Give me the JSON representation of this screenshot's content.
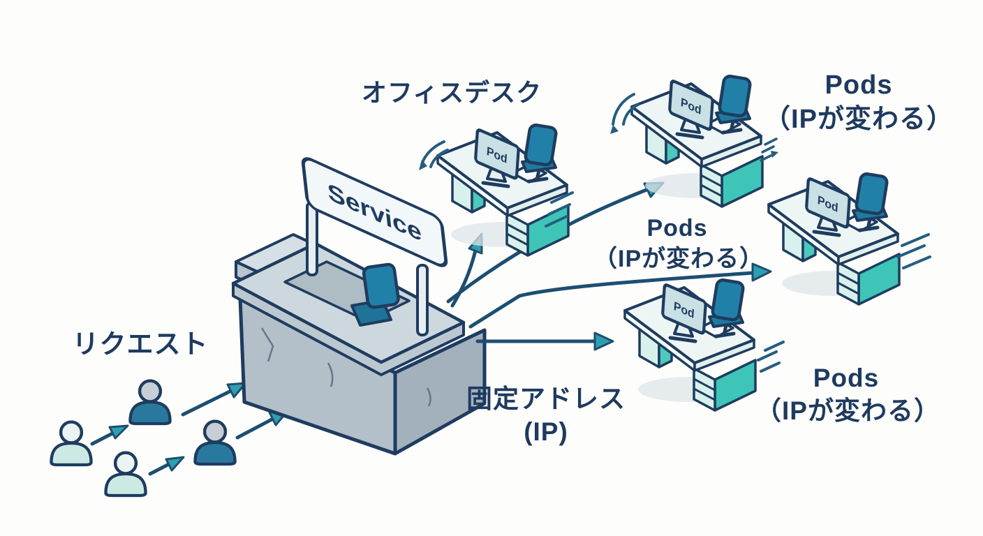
{
  "diagram": {
    "request_label": "リクエスト",
    "office_desk_label": "オフィスデスク",
    "service_sign_label": "Service",
    "fixed_address": {
      "line1": "固定アドレス",
      "line2": "(IP)"
    },
    "pods_labels": [
      {
        "position": "top-right",
        "line1": "Pods",
        "line2": "（IPが変わる）"
      },
      {
        "position": "middle",
        "line1": "Pods",
        "line2": "（IPが変わる）"
      },
      {
        "position": "bottom-right",
        "line1": "Pods",
        "line2": "（IPが変わる）"
      }
    ],
    "pod_monitors": [
      {
        "desk": "office-desk-top",
        "label": "Pod"
      },
      {
        "desk": "pod-desk-top-right",
        "label": "Pod"
      },
      {
        "desk": "pod-desk-right",
        "label": "Pod"
      },
      {
        "desk": "pod-desk-bottom",
        "label": "Pod"
      }
    ],
    "colors": {
      "background": "#fdfdfc",
      "outline_navy": "#1e3c5f",
      "text_navy": "#1e3a5f",
      "arrow_blue": "#1c4e70",
      "arrowhead_teal": "#2f9fb0",
      "desk_teal_bright": "#44c7ba",
      "desk_teal_light": "#d9f1ec",
      "desk_top_white": "#edf6f4",
      "monitor_screen": "#c9e0e4",
      "chair_blue": "#2180a8",
      "stone_top": "#cdd8de",
      "stone_front": "#b3bfc9",
      "stone_side": "#a3b1bd",
      "sign_face": "#f2f7f9",
      "person_light_body": "#cde9e3",
      "person_light_head": "#ebf4f2",
      "person_dark_body": "#29799f",
      "person_dark_head": "#c7ced4"
    }
  }
}
